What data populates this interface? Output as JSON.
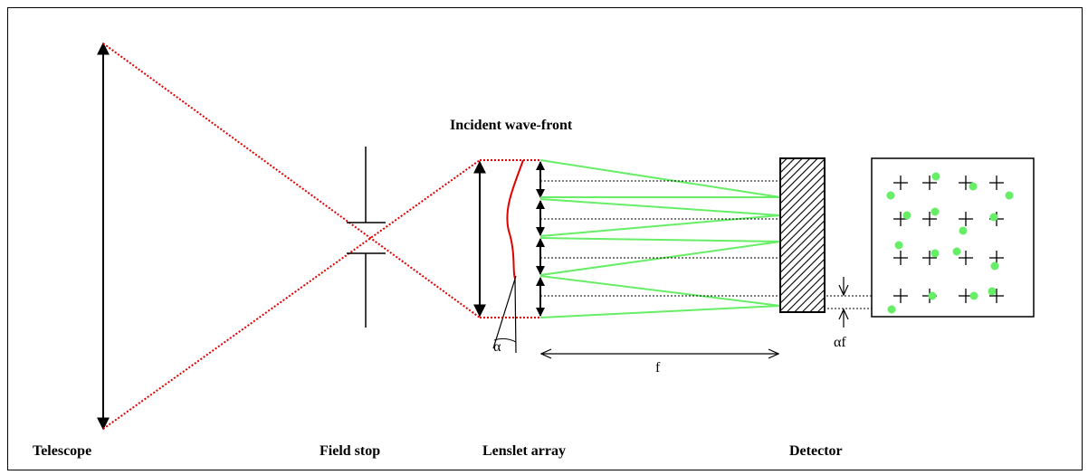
{
  "labels": {
    "telescope": "Telescope",
    "field_stop": "Field stop",
    "lenslet_array": "Lenslet array",
    "detector": "Detector",
    "incident_wavefront": "Incident wave-front",
    "alpha": "α",
    "focal_length": "f",
    "alpha_f": "αf"
  },
  "colors": {
    "red_rays": "#e00000",
    "green_rays": "#66ee66",
    "outline": "#000000",
    "spots": "#66ee66"
  },
  "spot_grid": {
    "rows": 4,
    "cols": 4
  }
}
